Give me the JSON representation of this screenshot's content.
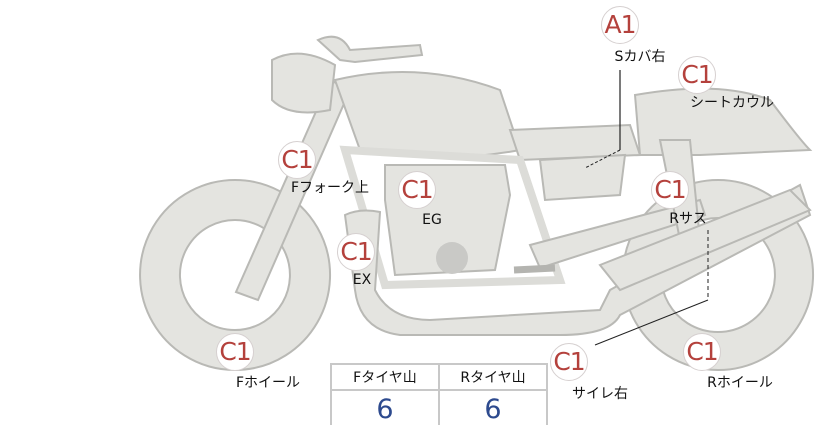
{
  "markers": [
    {
      "grade": "A1",
      "label": "Sカバ右"
    },
    {
      "grade": "C1",
      "label": "シートカウル"
    },
    {
      "grade": "C1",
      "label": "Fフォーク上"
    },
    {
      "grade": "C1",
      "label": "EG"
    },
    {
      "grade": "C1",
      "label": "Rサス"
    },
    {
      "grade": "C1",
      "label": "EX"
    },
    {
      "grade": "C1",
      "label": "Fホイール"
    },
    {
      "grade": "C1",
      "label": "サイレ右"
    },
    {
      "grade": "C1",
      "label": "Rホイール"
    }
  ],
  "tire_table": {
    "headers": [
      "Fタイヤ山",
      "Rタイヤ山"
    ],
    "values": [
      "6",
      "6"
    ]
  },
  "colors": {
    "grade": "#b4413c",
    "value": "#2d4a8e",
    "body": "#e4e4e0"
  }
}
